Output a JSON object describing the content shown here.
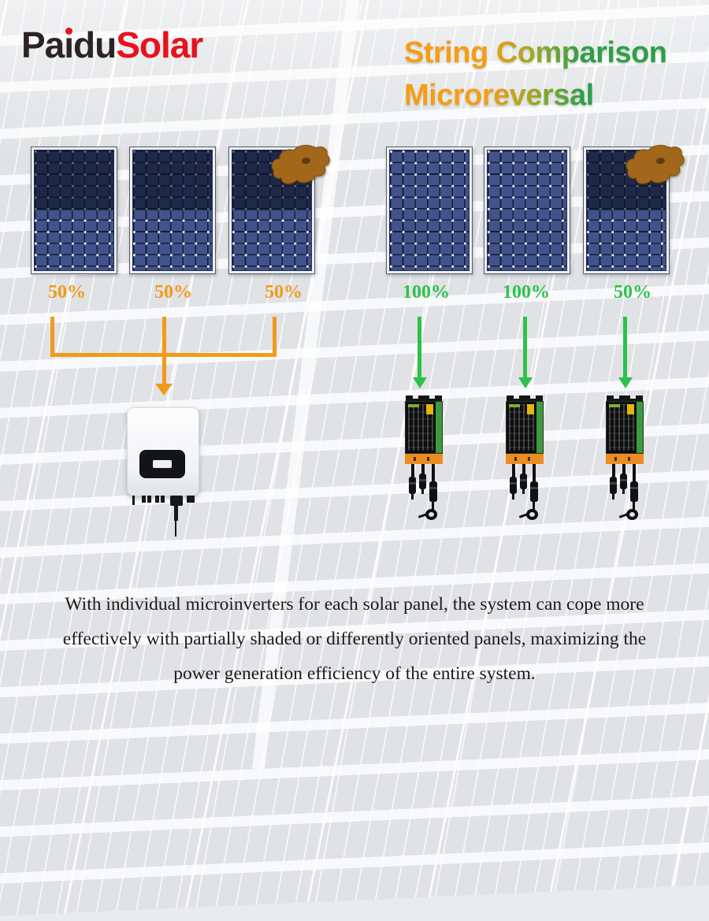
{
  "logo": {
    "part1": "Pa",
    "dotless_i": "ı",
    "part2": "du",
    "part3": "Solar"
  },
  "title": {
    "line1": "String Comparison",
    "line2": "Microreversal"
  },
  "colors": {
    "logo_dark": "#2b2422",
    "logo_red": "#e8121c",
    "accent_orange": "#f29a1b",
    "accent_green": "#2cc24b",
    "title_orange": "#f59d16",
    "title_green": "#2f9e49",
    "panel_cell": "#41538a",
    "micro_green": "#3c9a40",
    "micro_orange": "#ee8d1f",
    "leaf_brown": "#a2671b"
  },
  "string_system": {
    "labels": [
      "50%",
      "50%",
      "50%"
    ]
  },
  "micro_system": {
    "labels": [
      "100%",
      "100%",
      "50%"
    ]
  },
  "caption": {
    "line1": "With individual microinverters for each solar panel, the system can cope more",
    "line2": "effectively with partially shaded or differently oriented panels, maximizing the",
    "line3": "power generation efficiency of the entire system."
  }
}
